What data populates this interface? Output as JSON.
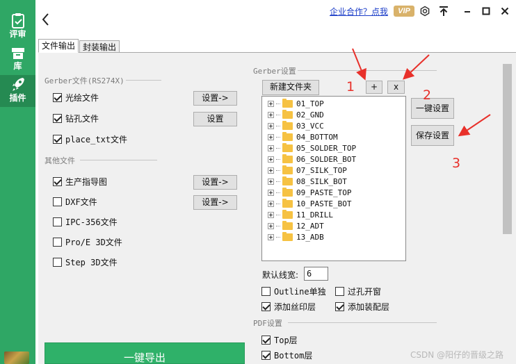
{
  "rail": {
    "items": [
      {
        "label": "评审"
      },
      {
        "label": "库"
      },
      {
        "label": "插件"
      }
    ]
  },
  "topbar": {
    "coop_link": "企业合作？点我",
    "vip": "VIP"
  },
  "tabs": [
    {
      "label": "文件输出"
    },
    {
      "label": "封装输出"
    }
  ],
  "gerber_group": {
    "title": "Gerber文件(RS274X)",
    "items": [
      {
        "label": "光绘文件",
        "checked": true,
        "button": "设置->"
      },
      {
        "label": "钻孔文件",
        "checked": true,
        "button": "设置"
      },
      {
        "label": "place_txt文件",
        "checked": true
      }
    ]
  },
  "other_group": {
    "title": "其他文件",
    "items": [
      {
        "label": "生产指导图",
        "checked": true,
        "button": "设置->"
      },
      {
        "label": "DXF文件",
        "checked": false,
        "button": "设置->"
      },
      {
        "label": "IPC-356文件",
        "checked": false
      },
      {
        "label": "Pro/E 3D文件",
        "checked": false
      },
      {
        "label": "Step 3D文件",
        "checked": false
      }
    ]
  },
  "gerber_settings": {
    "title": "Gerber设置",
    "new_folder": "新建文件夹",
    "add": "+",
    "remove": "x",
    "one_key_setup": "一键设置",
    "save_setup": "保存设置",
    "folders": [
      "01_TOP",
      "02_GND",
      "03_VCC",
      "04_BOTTOM",
      "05_SOLDER_TOP",
      "06_SOLDER_BOT",
      "07_SILK_TOP",
      "08_SILK_BOT",
      "09_PASTE_TOP",
      "10_PASTE_BOT",
      "11_DRILL",
      "12_ADT",
      "13_ADB"
    ],
    "default_width_label": "默认线宽:",
    "default_width_value": "6",
    "options": [
      {
        "label": "Outline单独",
        "checked": false
      },
      {
        "label": "过孔开窗",
        "checked": false
      },
      {
        "label": "添加丝印层",
        "checked": true
      },
      {
        "label": "添加装配层",
        "checked": true
      }
    ]
  },
  "pdf_settings": {
    "title": "PDF设置",
    "items": [
      {
        "label": "Top层",
        "checked": true
      },
      {
        "label": "Bottom层",
        "checked": true
      }
    ]
  },
  "export_button": "一键导出",
  "annotations": [
    "1",
    "2",
    "3"
  ],
  "watermark": "CSDN @阳仔的晋级之路",
  "colors": {
    "brand_green": "#2fa765",
    "annotation_red": "#e8302a",
    "link_blue": "#1a3cc8",
    "vip_gold": "#d9b26a"
  }
}
